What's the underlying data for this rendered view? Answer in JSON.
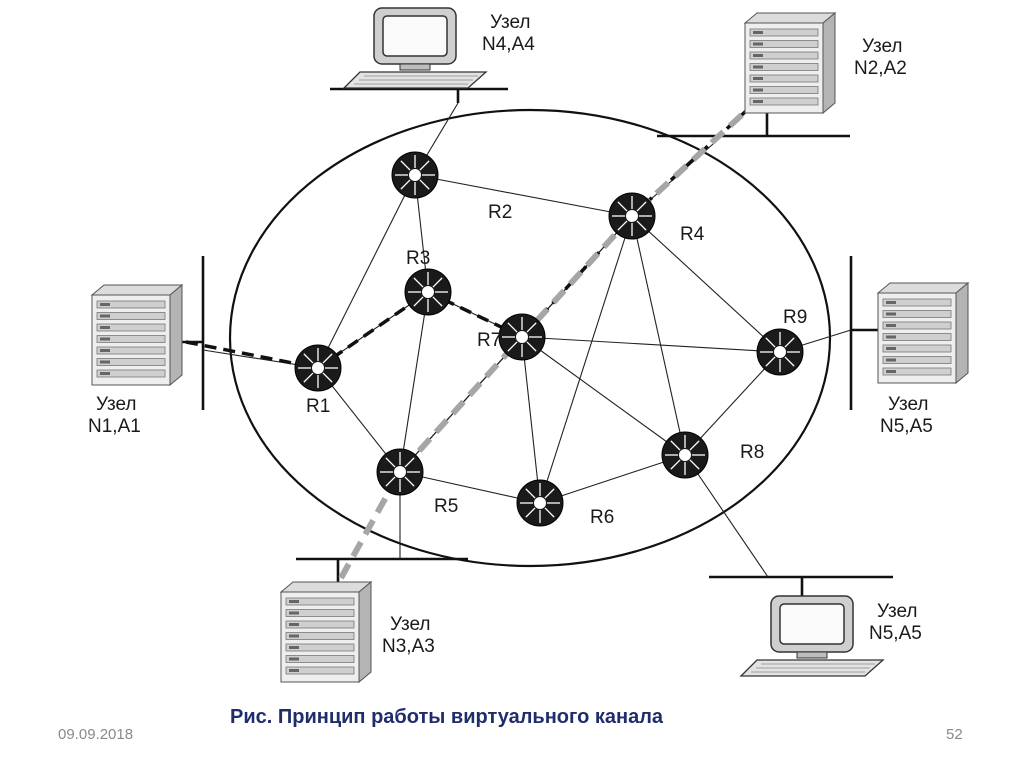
{
  "routers": [
    {
      "id": "R1",
      "label": "R1"
    },
    {
      "id": "R2",
      "label": "R2"
    },
    {
      "id": "R3",
      "label": "R3"
    },
    {
      "id": "R4",
      "label": "R4"
    },
    {
      "id": "R5",
      "label": "R5"
    },
    {
      "id": "R6",
      "label": "R6"
    },
    {
      "id": "R7",
      "label": "R7"
    },
    {
      "id": "R8",
      "label": "R8"
    },
    {
      "id": "R9",
      "label": "R9"
    }
  ],
  "nodes": [
    {
      "id": "N4",
      "type": "computer",
      "line1": "Узел",
      "line2": "N4,A4"
    },
    {
      "id": "N2",
      "type": "server",
      "line1": "Узел",
      "line2": "N2,A2"
    },
    {
      "id": "N1",
      "type": "server",
      "line1": "Узел",
      "line2": "N1,A1"
    },
    {
      "id": "N5s",
      "type": "server",
      "line1": "Узел",
      "line2": "N5,A5"
    },
    {
      "id": "N3",
      "type": "server",
      "line1": "Узел",
      "line2": "N3,A3"
    },
    {
      "id": "N5c",
      "type": "computer",
      "line1": "Узел",
      "line2": "N5,A5"
    }
  ],
  "links": [
    [
      "R2",
      "R4"
    ],
    [
      "R2",
      "R3"
    ],
    [
      "R2",
      "R1"
    ],
    [
      "R3",
      "R1"
    ],
    [
      "R3",
      "R5"
    ],
    [
      "R3",
      "R7"
    ],
    [
      "R1",
      "R5"
    ],
    [
      "R5",
      "R6"
    ],
    [
      "R5",
      "R7"
    ],
    [
      "R5",
      "R4"
    ],
    [
      "R7",
      "R6"
    ],
    [
      "R7",
      "R4"
    ],
    [
      "R7",
      "R8"
    ],
    [
      "R7",
      "R9"
    ],
    [
      "R4",
      "R6"
    ],
    [
      "R4",
      "R8"
    ],
    [
      "R4",
      "R9"
    ],
    [
      "R9",
      "R8"
    ],
    [
      "R6",
      "R8"
    ]
  ],
  "virtual_circuits": [
    {
      "name": "black-dashed",
      "style": "black",
      "path": [
        "N1",
        "R1",
        "R3",
        "R7",
        "R4",
        "N2"
      ]
    },
    {
      "name": "gray-dashed",
      "style": "gray",
      "path": [
        "N3",
        "R5",
        "R7",
        "R4",
        "N2"
      ]
    }
  ],
  "caption": "Рис. Принцип работы виртуального канала",
  "footer": {
    "date": "09.09.2018",
    "page": "52"
  },
  "colors": {
    "caption": "#1f2d6b",
    "router": "#1a1a1a",
    "gray_path": "#a6a6a6"
  }
}
